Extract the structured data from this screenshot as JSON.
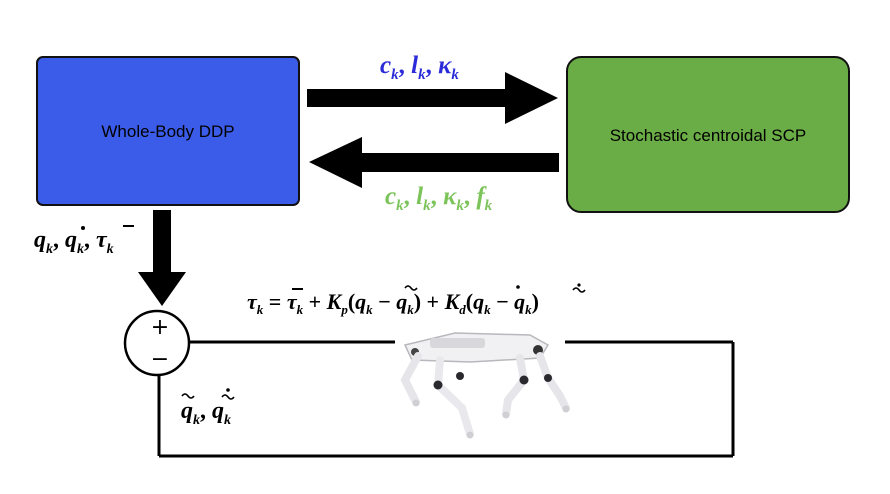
{
  "blocks": {
    "ddp_label": "Whole-Body DDP",
    "scp_label": "Stochastic centroidal SCP"
  },
  "signals": {
    "top_arrow": "c_k, l_k, κ_k",
    "bottom_arrow": "c_k, l_k, κ_k, f_k",
    "ddp_output": "q_k, q̇_k, τ̄_k",
    "control_law": "τ_k = τ̄_k + K_p(q_k − q̃_k) + K_d(q̇_k − q̃̇_k)",
    "feedback": "q̃_k, q̃̇_k"
  },
  "summing_junction": {
    "plus": "+",
    "minus": "−"
  },
  "colors": {
    "ddp_fill": "#3b5ce8",
    "scp_fill": "#6aac46",
    "top_arrow_text": "#2b2bd9",
    "bottom_arrow_text": "#7cc45a",
    "arrow": "#000000"
  },
  "robot_image": "quadruped-robot"
}
